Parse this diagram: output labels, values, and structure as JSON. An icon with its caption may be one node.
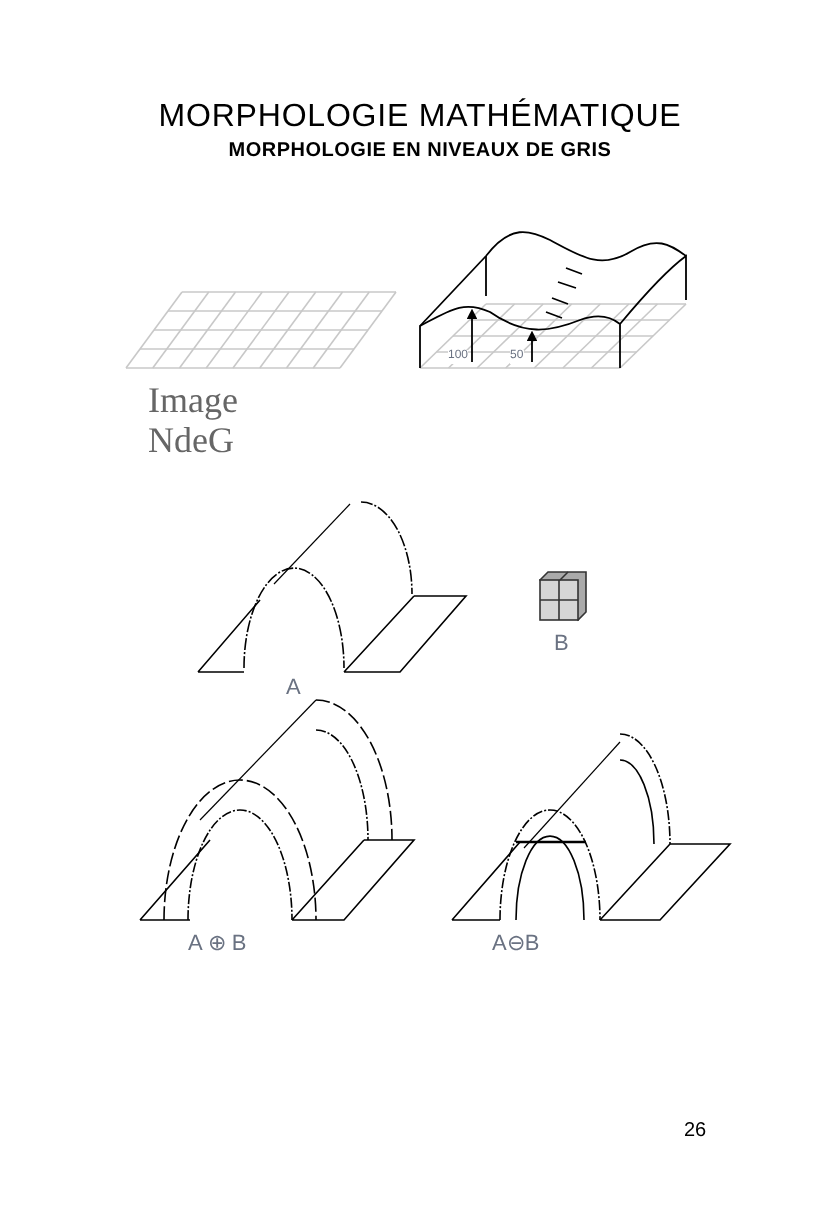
{
  "diagram": {
    "title": "MORPHOLOGIE MATHÉMATIQUE",
    "labels": [
      "MORPHOLOGIE EN NIVEAUX DE GRIS",
      "100",
      "50",
      "Image NdeG",
      "A",
      "B",
      "A ⊕ B",
      "A⊖B",
      "26"
    ]
  }
}
